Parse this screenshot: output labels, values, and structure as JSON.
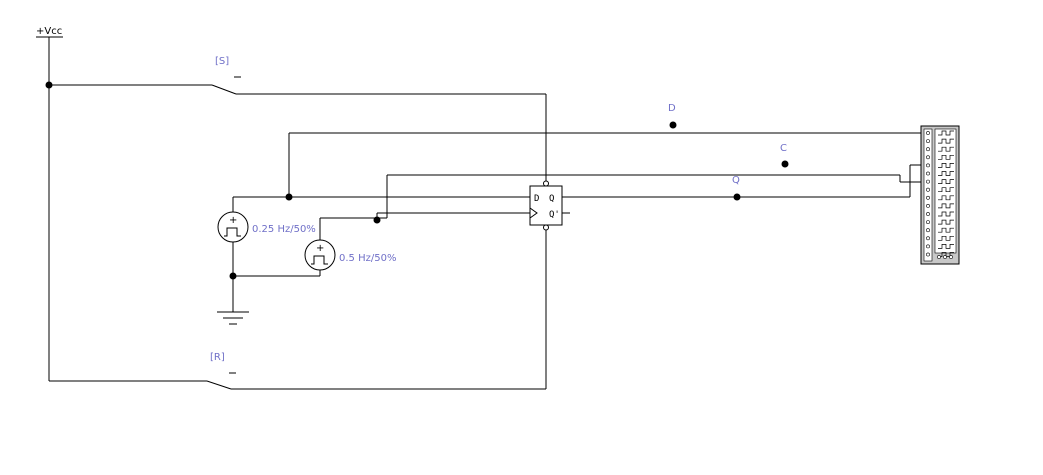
{
  "supply": {
    "label": "+Vcc"
  },
  "switches": {
    "set_label": "[S]",
    "reset_label": "[R]"
  },
  "sources": {
    "data_freq": "0.25 Hz/50%",
    "clock_freq": "0.5 Hz/50%",
    "polarity_mark": "+"
  },
  "flipflop": {
    "d_pin": "D",
    "q_pin": "Q",
    "qbar_pin": "Q'"
  },
  "probes": {
    "d": "D",
    "c": "C",
    "q": "Q"
  },
  "colors": {
    "label": "#7070c8",
    "wire": "#000000",
    "analyzer_body": "#c8c8c8"
  },
  "icons": {
    "ground": "ground-icon",
    "switch": "switch-icon",
    "source": "square-wave-source-icon",
    "analyzer": "logic-analyzer-icon"
  }
}
